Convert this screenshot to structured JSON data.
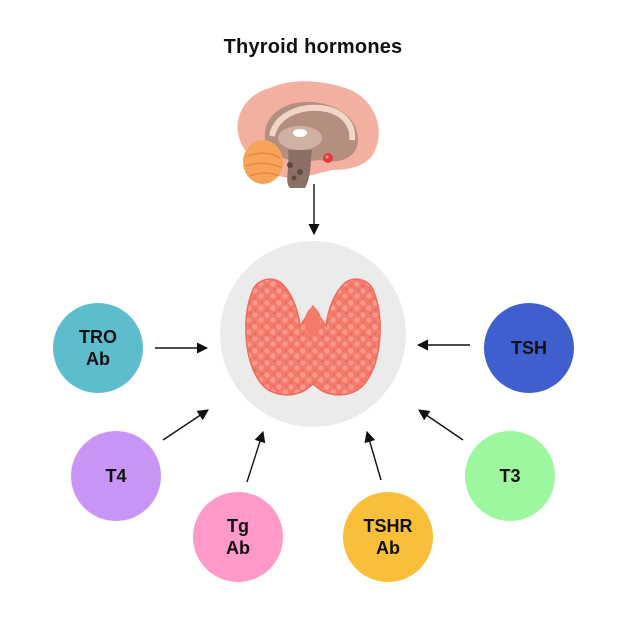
{
  "title": "Thyroid hormones",
  "colors": {
    "tro_ab": "#5ebdcd",
    "t4": "#c894f5",
    "tg_ab": "#ff99c9",
    "tshr_ab": "#f9bf3a",
    "t3": "#9cf79f",
    "tsh": "#3f5fcf",
    "thyroid": "#f47a6b",
    "thyroid_bg": "#ebebeb",
    "arrow": "#111111"
  },
  "nodes": {
    "tro_ab": {
      "line1": "TRO",
      "line2": "Ab"
    },
    "t4": {
      "line1": "T4",
      "line2": ""
    },
    "tg_ab": {
      "line1": "Tg",
      "line2": "Ab"
    },
    "tshr_ab": {
      "line1": "TSHR",
      "line2": "Ab"
    },
    "t3": {
      "line1": "T3",
      "line2": ""
    },
    "tsh": {
      "line1": "TSH",
      "line2": ""
    }
  },
  "icons": {
    "brain": "brain-icon",
    "thyroid": "thyroid-gland-icon"
  }
}
